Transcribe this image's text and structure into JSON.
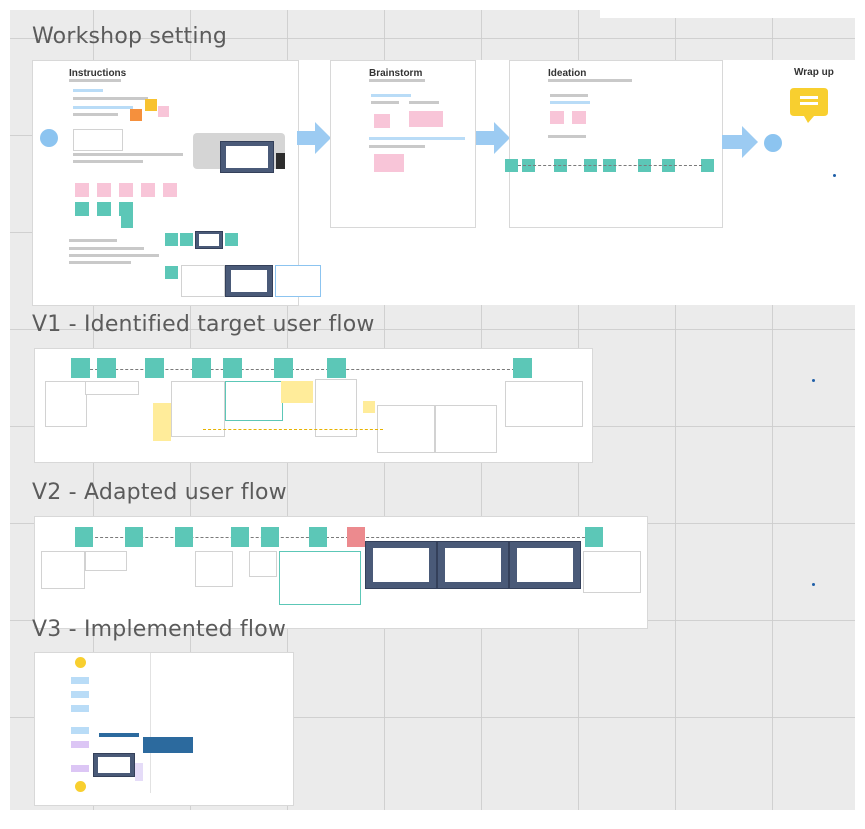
{
  "sections": [
    {
      "title": "Workshop setting"
    },
    {
      "title": "V1 - Identified target user flow"
    },
    {
      "title": "V2 - Adapted user flow"
    },
    {
      "title": "V3 - Implemented flow"
    }
  ],
  "workshop": {
    "frames": [
      "Instructions",
      "Brainstorm",
      "Ideation",
      "Wrap up"
    ]
  },
  "icons": {
    "wrap_up": "chat-bubble-icon",
    "arrow": "right-arrow-icon",
    "emoji": "smiley-icon"
  },
  "colors": {
    "teal": "#5cc7b7",
    "pink": "#f8c5d8",
    "sticky_yellow": "#ffec9a",
    "blue_dot": "#8cc4f0",
    "arrow_blue": "#9ccbf2",
    "chat_yellow": "#f8cf2f",
    "red_step": "#ec8a8e"
  }
}
